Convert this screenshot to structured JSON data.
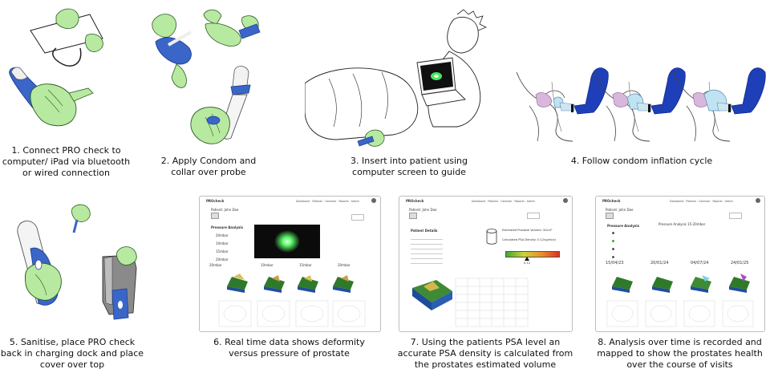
{
  "steps": [
    {
      "caption": "1. Connect PRO check to computer/ iPad via bluetooth or wired connection"
    },
    {
      "caption": "2. Apply Condom and collar over probe"
    },
    {
      "caption": "3. Insert into patient using computer screen to guide"
    },
    {
      "caption": "4. Follow condom inflation cycle"
    },
    {
      "caption": "5. Sanitise, place PRO check back in charging dock and place cover over top"
    },
    {
      "caption": "6. Real time data shows deformity versus pressure of prostate"
    },
    {
      "caption": "7. Using the patients PSA level an accurate PSA density is calculated from the prostates estimated volume"
    },
    {
      "caption": "8. Analysis over time is recorded and mapped to show the prostates health over the course of visits"
    }
  ],
  "screen6": {
    "app": "PROcheck",
    "patient": "Patient: John Doe",
    "section": "Pressure Analysis",
    "pressures": [
      "20mbar",
      "10mbar",
      "15mbar",
      "20mbar"
    ],
    "list": [
      "20mbar",
      "10mbar",
      "15mbar",
      "20mbar"
    ]
  },
  "screen7": {
    "app": "PROcheck",
    "patient": "Patient: John Doe",
    "details_title": "Patient Details",
    "volume": "Estimated Prostate Volume: 32cm³",
    "density": "Calculated PSA Density: 0.12ng/ml/cc",
    "gauge_value": "0.12"
  },
  "screen8": {
    "app": "PROcheck",
    "patient": "Patient: John Doe",
    "section": "Pressure Analysis",
    "title": "Pressure Analysis 15-20mbar",
    "dates": [
      "15/04/23",
      "20/01/24",
      "04/07/24",
      "24/01/25"
    ]
  },
  "colors": {
    "glove": "#b7eaa0",
    "glove_stroke": "#2a5a24",
    "probe": "#3a66c8",
    "probe_dark": "#1f3f9a",
    "balloon": "#1e3fb8"
  }
}
